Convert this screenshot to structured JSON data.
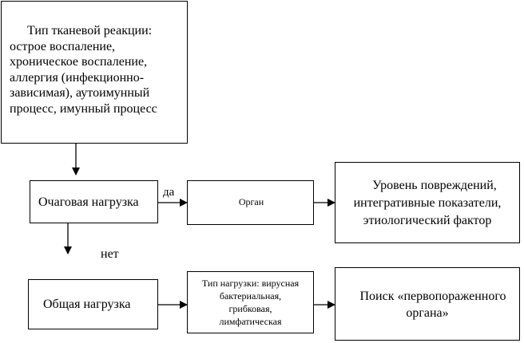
{
  "boxes": {
    "reaction_type": {
      "lines": [
        "Тип тканевой реакции:",
        "острое воспаление,",
        "хроническое воспаление,",
        "аллергия (инфекционно-",
        "зависимая), аутоимунный",
        "процесс, имунный процесс"
      ]
    },
    "focal_load": {
      "label": "Очаговая нагрузка"
    },
    "organ": {
      "label": "Орган"
    },
    "damage_level": {
      "lines": [
        "Уровень повреждений,",
        "интегративные показатели,",
        "этиологический фактор"
      ]
    },
    "general_load": {
      "label": "Общая нагрузка"
    },
    "load_type": {
      "lines": [
        "Тип нагрузки: вирусная",
        "бактериальная,",
        "грибковая,",
        "лимфатическая"
      ]
    },
    "first_organ_search": {
      "lines": [
        "Поиск «первопораженного",
        "органа»"
      ]
    }
  },
  "edge_labels": {
    "yes": "да",
    "no": "нет"
  }
}
